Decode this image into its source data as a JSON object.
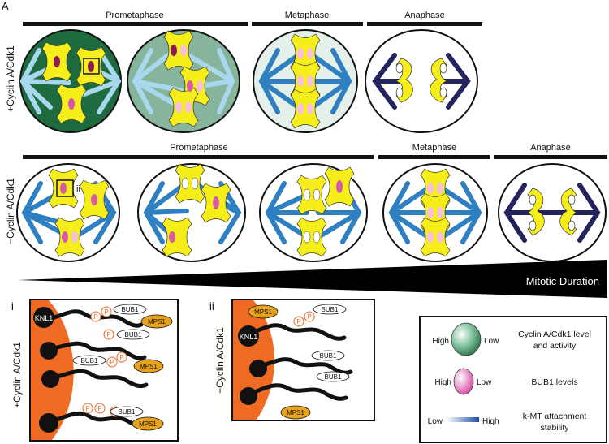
{
  "panel_letter": "A",
  "row1": {
    "side_label": "+Cyclin A/Cdk1",
    "phases": [
      "Prometaphase",
      "Metaphase",
      "Anaphase"
    ],
    "cell_fills": [
      "#1e6b3f",
      "#86b59c",
      "#e4f0ea",
      "#ffffff"
    ]
  },
  "row2": {
    "side_label": "−Cyclin A/Cdk1",
    "phases": [
      "Prometaphase",
      "Metaphase",
      "Anaphase"
    ],
    "inset_marker": "ii"
  },
  "duration_label": "Mitotic Duration",
  "inset_i": {
    "marker": "i",
    "side_label": "+Cyclin A/Cdk1",
    "knl1": "KNL1",
    "bub1": "BUB1",
    "mps1": "MPS1",
    "phospho": "P"
  },
  "inset_ii": {
    "marker": "ii",
    "side_label": "−Cyclin A/Cdk1",
    "knl1": "KNL1",
    "bub1": "BUB1",
    "mps1": "MPS1",
    "phospho": "P"
  },
  "legend": {
    "items": [
      {
        "left": "High",
        "right": "Low",
        "text1": "Cyclin A/Cdk1 level",
        "text2": "and activity"
      },
      {
        "left": "High",
        "right": "Low",
        "text1": "BUB1 levels",
        "text2": ""
      },
      {
        "left": "Low",
        "right": "High",
        "text1": "k-MT attachment",
        "text2": "stability"
      }
    ]
  },
  "colors": {
    "spindle_light": "#a9d8ee",
    "spindle_mid": "#2f80c2",
    "spindle_dark": "#23235e",
    "chromosome": "#f5ee1a",
    "bub1_pink": "#d65aa6",
    "centromere": "#8e1b57",
    "orange": "#ef6b24",
    "mps1_fill": "#e8a21c",
    "phospho_line": "#ef6b24"
  }
}
